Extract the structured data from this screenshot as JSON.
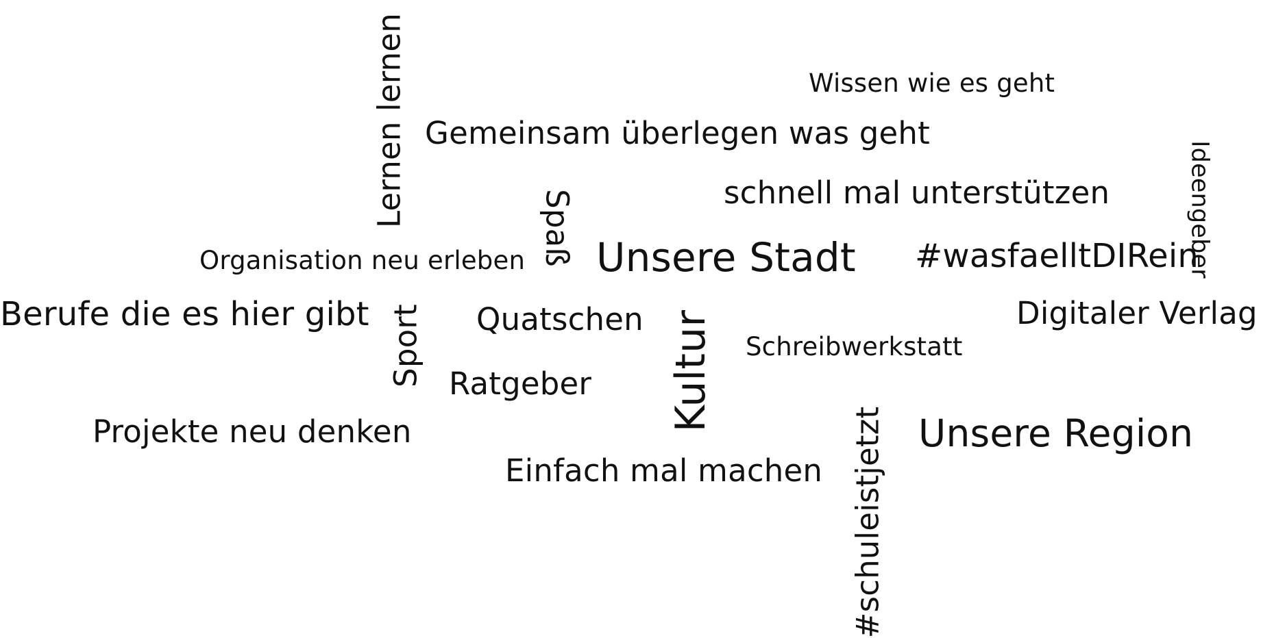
{
  "word_cloud": {
    "text_color": "#111111",
    "background": "#ffffff",
    "words": {
      "lernen_lernen": "Lernen lernen",
      "wissen_wie_es_geht": "Wissen wie es geht",
      "gemeinsam_ueberlegen": "Gemeinsam überlegen was geht",
      "schnell_mal_unterstuetzen": "schnell mal unterstützen",
      "ideengeber": "Ideengeber",
      "spass": "Spaß",
      "unsere_stadt": "Unsere Stadt",
      "wasfaellt": "#wasfaelltDIRein",
      "organisation": "Organisation neu erleben",
      "berufe": "Berufe die es hier gibt",
      "sport": "Sport",
      "quatschen": "Quatschen",
      "kultur": "Kultur",
      "digitaler_verlag": "Digitaler Verlag",
      "schreibwerkstatt": "Schreibwerkstatt",
      "ratgeber": "Ratgeber",
      "projekte": "Projekte neu denken",
      "schuleistjetzt": "#schuleistjetzt",
      "unsere_region": "Unsere Region",
      "einfach_mal_machen": "Einfach mal machen"
    }
  }
}
